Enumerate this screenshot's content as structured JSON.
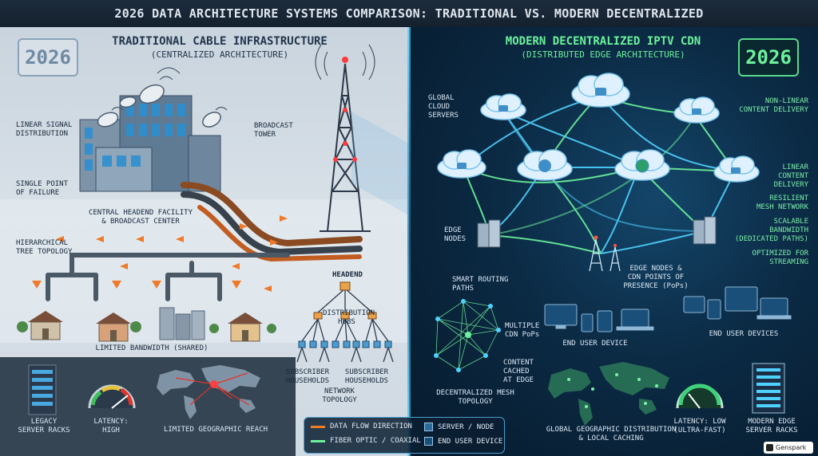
{
  "title": "2026 DATA ARCHITECTURE SYSTEMS COMPARISON: TRADITIONAL VS. MODERN DECENTRALIZED",
  "left": {
    "year": "2026",
    "heading": "TRADITIONAL CABLE INFRASTRUCTURE",
    "subheading": "(CENTRALIZED ARCHITECTURE)",
    "labels": {
      "linear_signal": "LINEAR SIGNAL\nDISTRIBUTION",
      "single_point": "SINGLE POINT\nOF FAILURE",
      "broadcast_tower": "BROADCAST\nTOWER",
      "headend_facility": "CENTRAL HEADEND FACILITY\n& BROADCAST CENTER",
      "hierarchical": "HIERARCHICAL\nTREE TOPOLOGY",
      "headend": "HEADEND",
      "distribution_hubs": "DISTRIBUTION\nHUBS",
      "limited_bandwidth": "LIMITED BANDWIDTH (SHARED)",
      "subscriber_1": "SUBSCRIBER\nHOUSEHOLDS",
      "subscriber_2": "SUBSCRIBER\nHOUSEHOLDS",
      "network_topology": "NETWORK\nTOPOLOGY",
      "legacy_racks": "LEGACY\nSERVER RACKS",
      "latency": "LATENCY:\nHIGH",
      "geo_reach": "LIMITED GEOGRAPHIC REACH"
    }
  },
  "right": {
    "year": "2026",
    "heading": "MODERN DECENTRALIZED IPTV CDN",
    "subheading": "(DISTRIBUTED EDGE ARCHITECTURE)",
    "labels": {
      "global_cloud": "GLOBAL\nCLOUD\nSERVERS",
      "non_linear": "NON-LINEAR\nCONTENT DELIVERY",
      "linear_content": "LINEAR\nCONTENT\nDELIVERY",
      "resilient": "RESILIENT\nMESH NETWORK",
      "scalable": "SCALABLE\nBANDWIDTH\n(DEDICATED PATHS)",
      "optimized": "OPTIMIZED FOR\nSTREAMING",
      "edge_nodes": "EDGE\nNODES",
      "edge_pops": "EDGE NODES &\nCDN POINTS OF\nPRESENCE (PoPs)",
      "smart_routing": "SMART ROUTING\nPATHS",
      "multiple_cdn": "MULTIPLE\nCDN PoPs",
      "end_user_device": "END USER DEVICE",
      "end_user_devices": "END USER DEVICES",
      "content_cached": "CONTENT\nCACHED\nAT EDGE",
      "mesh_topology": "DECENTRALIZED MESH\nTOPOLOGY",
      "geo_dist": "GLOBAL GEOGRAPHIC DISTRIBUTION\n& LOCAL CACHING",
      "latency": "LATENCY: LOW\n(ULTRA-FAST)",
      "modern_racks": "MODERN EDGE\nSERVER RACKS"
    }
  },
  "legend": {
    "data_flow": "DATA FLOW DIRECTION",
    "fiber": "FIBER OPTIC / COAXIAL",
    "server_node": "SERVER / NODE",
    "end_user": "END USER DEVICE"
  },
  "watermark": "Genspark",
  "colors": {
    "orange_flow": "#f07a2a",
    "green": "#6cf29c",
    "cyan": "#4fd1ff"
  }
}
